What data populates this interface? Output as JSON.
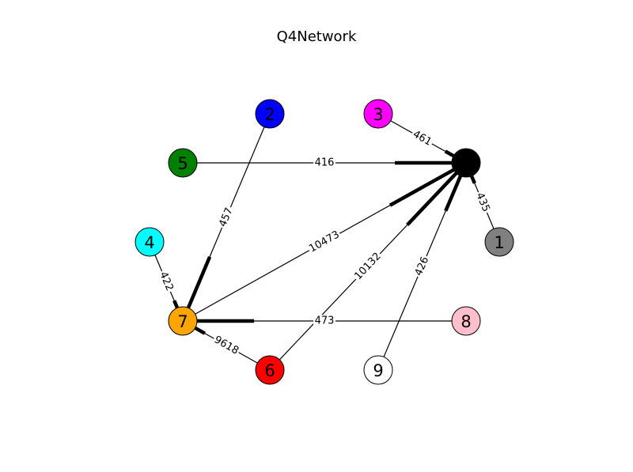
{
  "title": "Q4Network",
  "nodes": [
    {
      "id": "0",
      "label": "",
      "color": "#000000"
    },
    {
      "id": "1",
      "label": "1",
      "color": "#808080"
    },
    {
      "id": "2",
      "label": "2",
      "color": "#0000ff"
    },
    {
      "id": "3",
      "label": "3",
      "color": "#ff00ff"
    },
    {
      "id": "4",
      "label": "4",
      "color": "#00ffff"
    },
    {
      "id": "5",
      "label": "5",
      "color": "#008000"
    },
    {
      "id": "6",
      "label": "6",
      "color": "#ff0000"
    },
    {
      "id": "7",
      "label": "7",
      "color": "#ffa500"
    },
    {
      "id": "8",
      "label": "8",
      "color": "#ffc0cb"
    },
    {
      "id": "9",
      "label": "9",
      "color": "#ffffff"
    }
  ],
  "edges": [
    {
      "source": "3",
      "target": "0",
      "weight": "461"
    },
    {
      "source": "5",
      "target": "0",
      "weight": "416"
    },
    {
      "source": "1",
      "target": "0",
      "weight": "435"
    },
    {
      "source": "7",
      "target": "0",
      "weight": "10473"
    },
    {
      "source": "6",
      "target": "0",
      "weight": "10132"
    },
    {
      "source": "9",
      "target": "0",
      "weight": "426"
    },
    {
      "source": "2",
      "target": "7",
      "weight": "457"
    },
    {
      "source": "4",
      "target": "7",
      "weight": "422"
    },
    {
      "source": "8",
      "target": "7",
      "weight": "473"
    },
    {
      "source": "6",
      "target": "7",
      "weight": "9618"
    }
  ]
}
